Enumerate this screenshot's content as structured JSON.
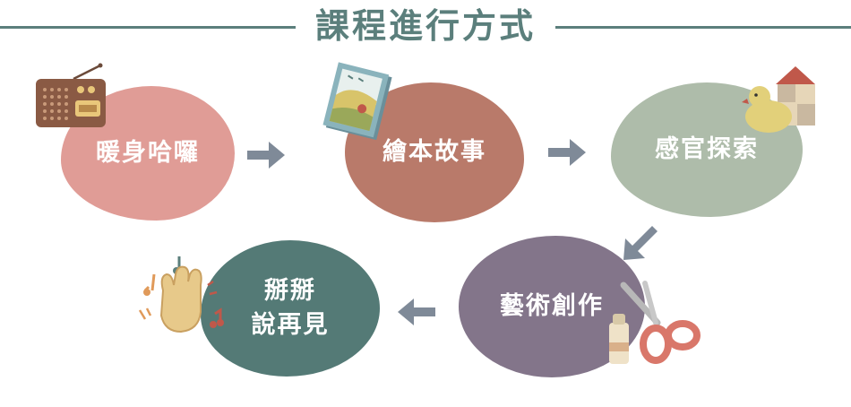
{
  "title": "課程進行方式",
  "steps": [
    {
      "label": "暖身哈囉"
    },
    {
      "label": "繪本故事"
    },
    {
      "label": "感官探索"
    },
    {
      "label": "藝術創作"
    },
    {
      "label_line1": "掰掰",
      "label_line2": "說再見"
    }
  ],
  "colors": {
    "title": "#5b7f7c",
    "step1": "#e09c96",
    "step2": "#b97a6a",
    "step3": "#aebcaa",
    "step4": "#83758a",
    "step5": "#547a76",
    "arrow": "#7f8a98"
  },
  "icons": [
    "radio-icon",
    "picture-book-icon",
    "duck-house-toy-icon",
    "scissors-glue-icon",
    "waving-hand-music-icon"
  ]
}
